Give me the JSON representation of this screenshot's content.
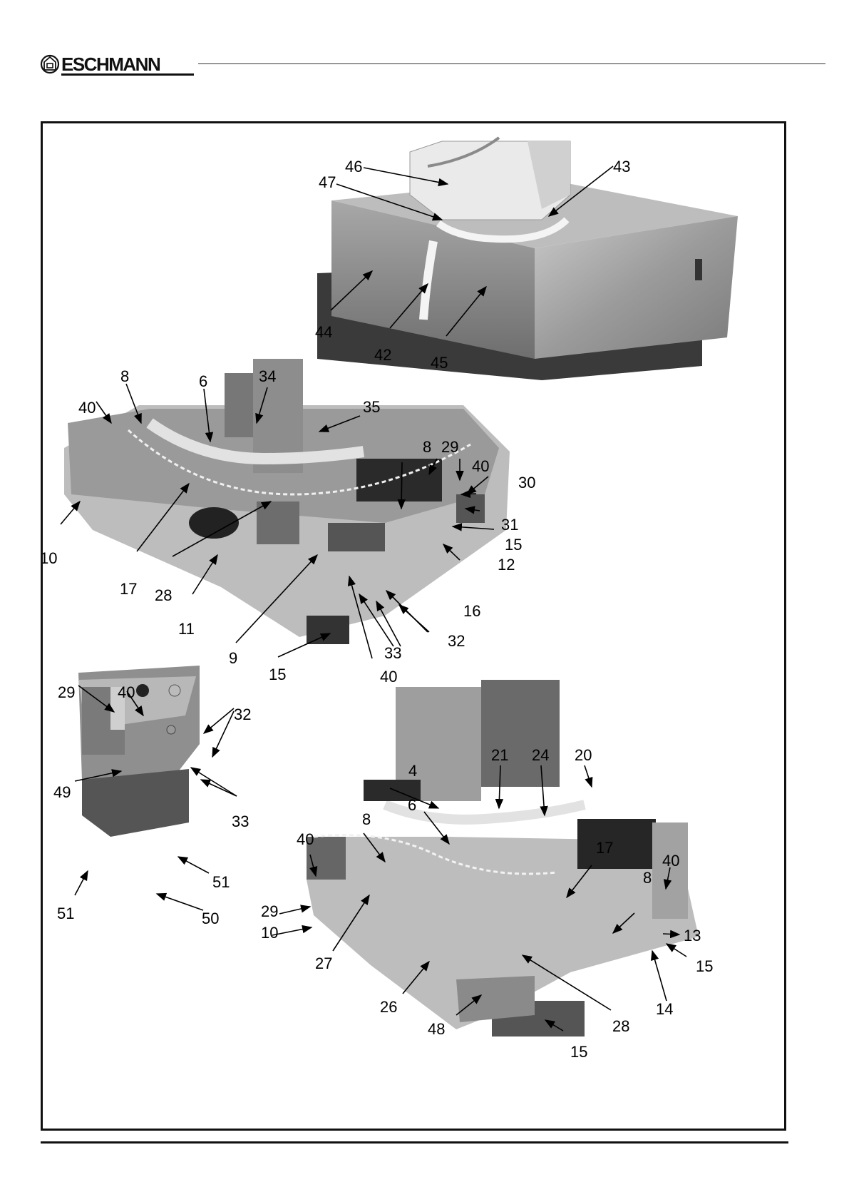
{
  "header": {
    "brand": "ESCHMANN",
    "logo_icon": "eschmann-monogram-icon"
  },
  "figure": {
    "views": [
      {
        "name": "base-cover-assembly",
        "callouts": [
          "46",
          "47",
          "43",
          "44",
          "42",
          "45"
        ]
      },
      {
        "name": "base-chassis-rear-view",
        "callouts": [
          "8",
          "6",
          "34",
          "35",
          "40",
          "8",
          "29",
          "40",
          "30",
          "31",
          "15",
          "12",
          "16",
          "10",
          "17",
          "28",
          "11",
          "9",
          "15",
          "40",
          "33",
          "32"
        ]
      },
      {
        "name": "corner-detail-view",
        "callouts": [
          "29",
          "40",
          "32",
          "49",
          "33",
          "51",
          "51",
          "50"
        ]
      },
      {
        "name": "base-chassis-front-view",
        "callouts": [
          "21",
          "24",
          "20",
          "4",
          "6",
          "8",
          "40",
          "17",
          "40",
          "8",
          "29",
          "13",
          "10",
          "27",
          "15",
          "26",
          "14",
          "28",
          "48",
          "15"
        ]
      }
    ]
  }
}
